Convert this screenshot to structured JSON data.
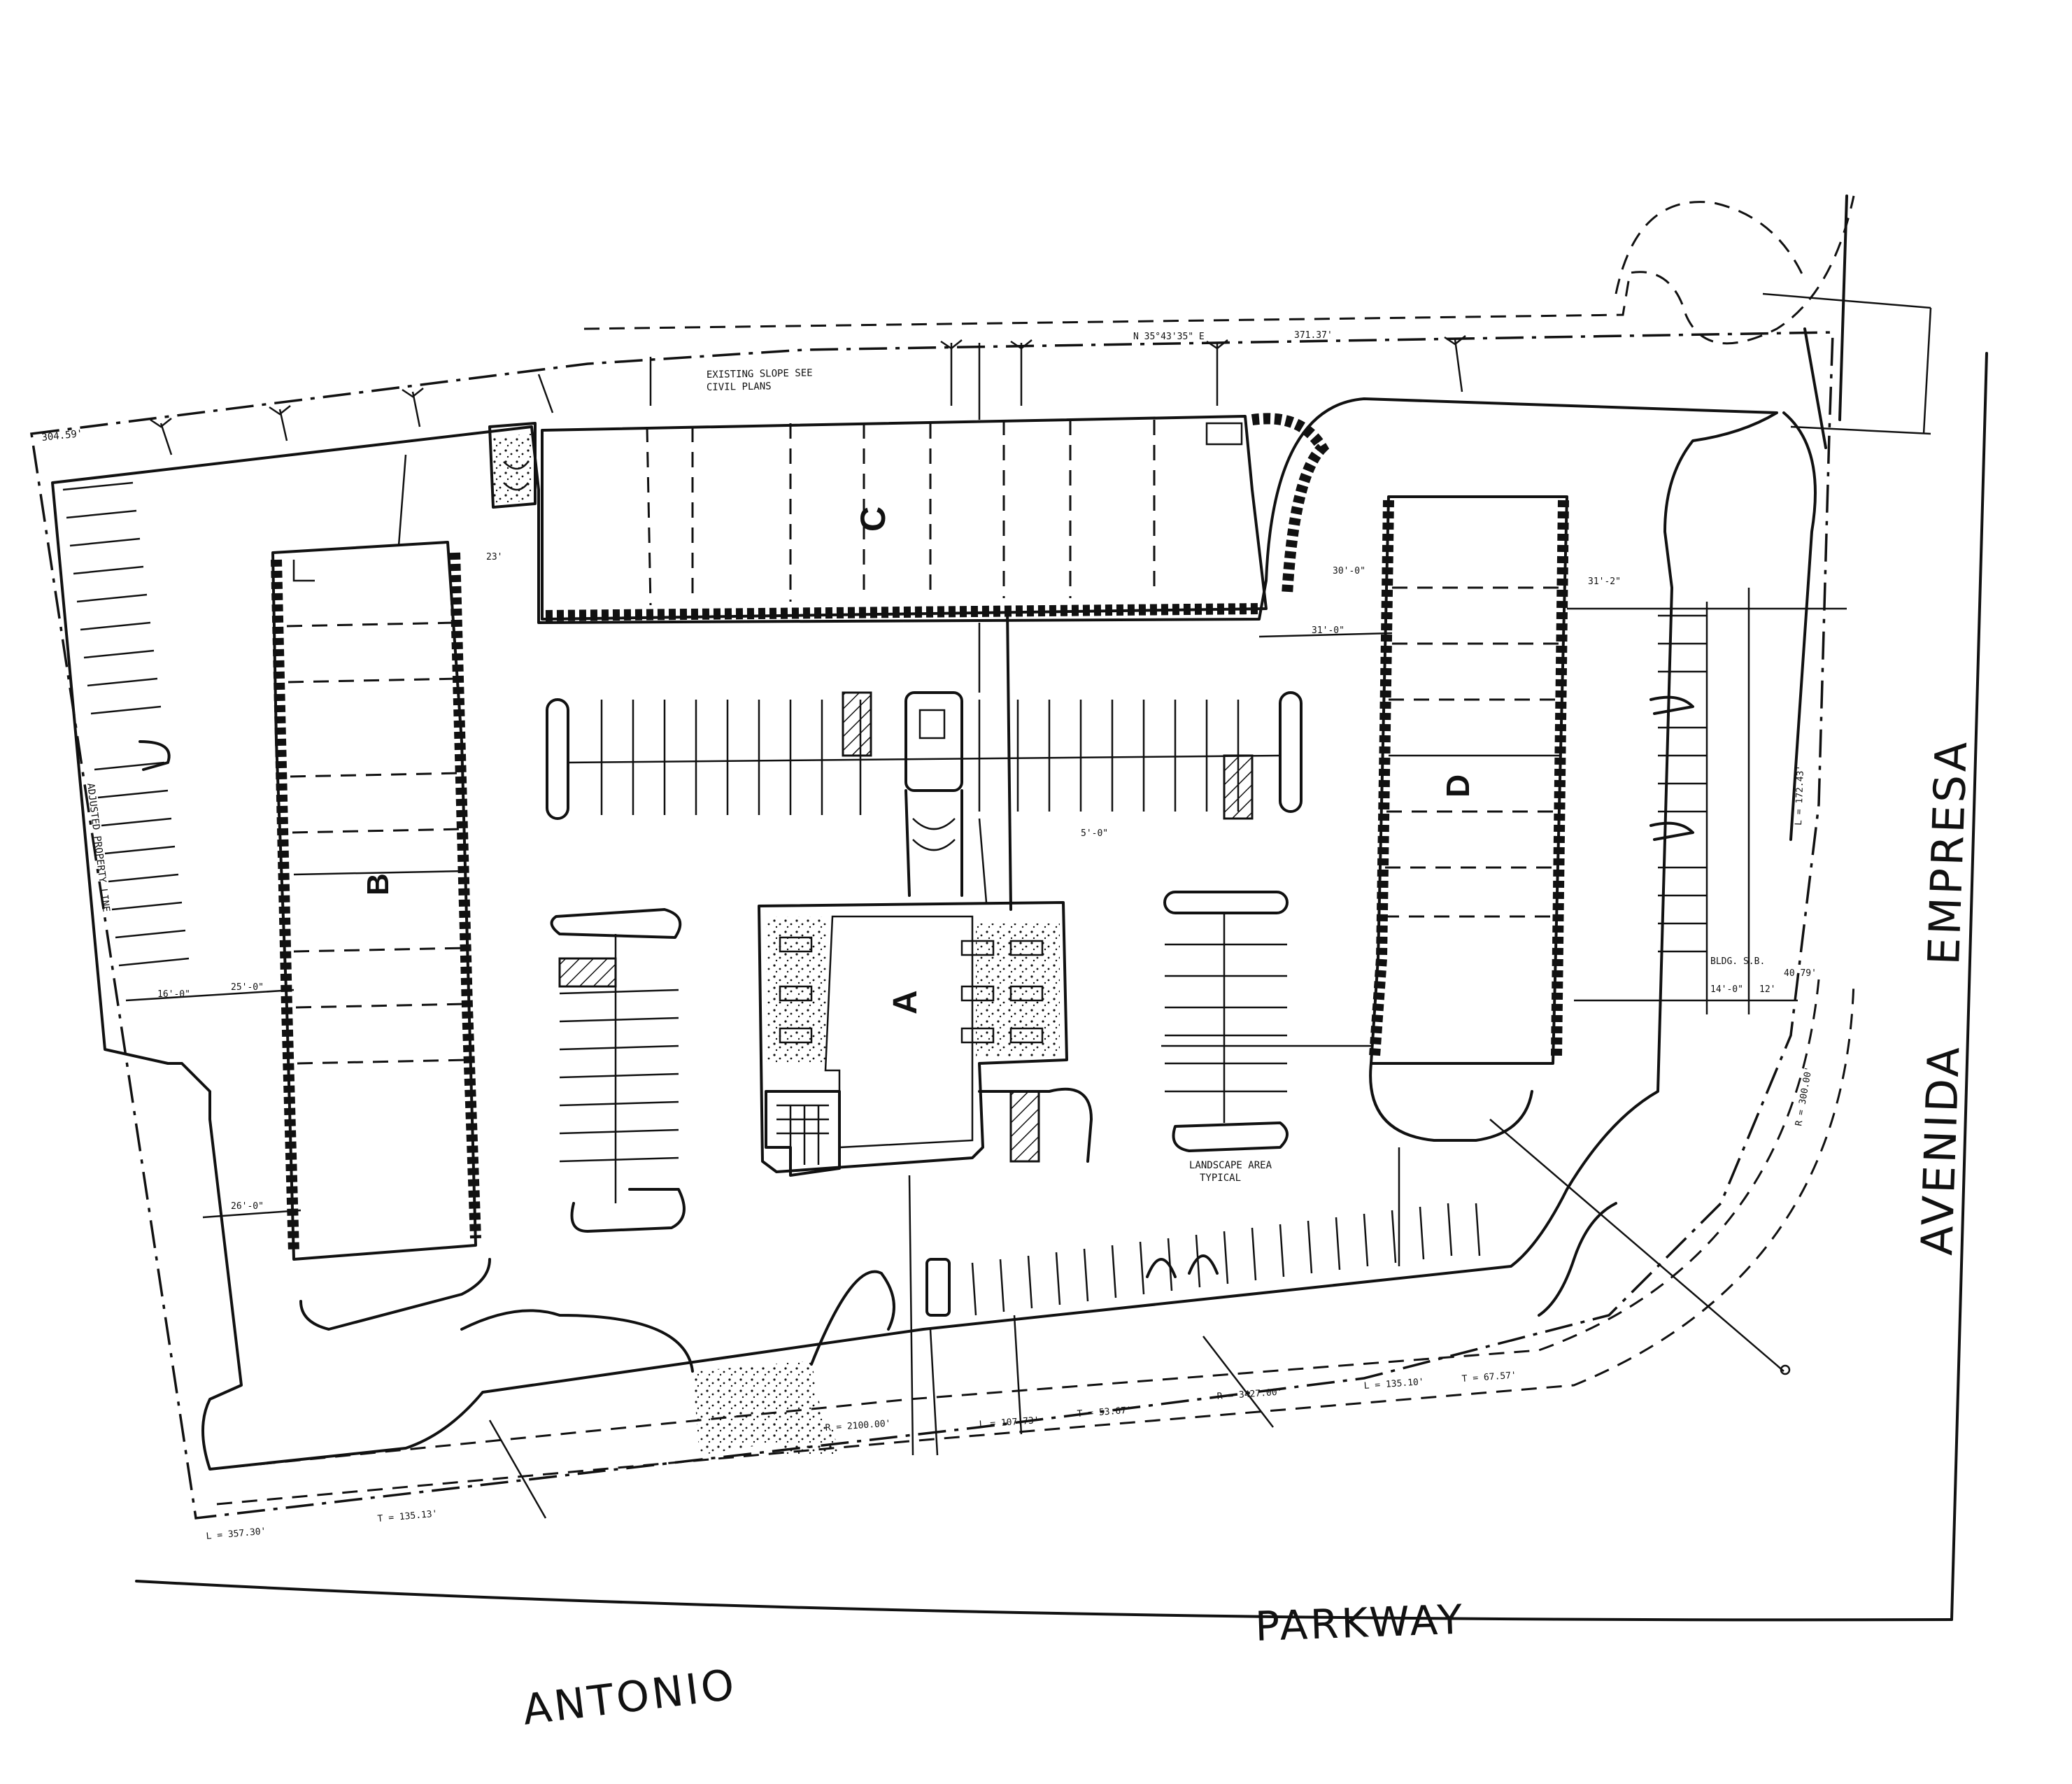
{
  "buildings": {
    "a": "A",
    "b": "B",
    "c": "C",
    "d": "D"
  },
  "streets": {
    "antonio": "ANTONIO",
    "parkway": "PARKWAY",
    "avenida": "AVENIDA",
    "empresa": "EMPRESA"
  },
  "notes": {
    "existing_slope": "EXISTING SLOPE SEE",
    "civil_plans": "CIVIL PLANS",
    "landscape": "LANDSCAPE AREA",
    "typical": "TYPICAL",
    "property_line": "ADJUSTED PROPERTY LINE",
    "bldg_sb": "BLDG. S.B."
  },
  "dimensions": {
    "d_30459": "304.59'",
    "d_bearing": "N 35°43'35\" E",
    "d_37137": "371.37'",
    "d_23": "23'",
    "d_25_0": "25'-0\"",
    "d_16_0": "16'-0\"",
    "d_26_0": "26'-0\"",
    "d_30_0": "30'-0\"",
    "d_31_0": "31'-0\"",
    "d_31_2": "31'-2\"",
    "d_14_0": "14'-0\"",
    "d_12": "12'",
    "d_40_79": "40.79'",
    "d_5_0": "5'-0\"",
    "d_r2100": "R = 2100.00'",
    "d_r3427": "R = 3427.00'",
    "d_l135": "L = 135.10'",
    "d_t67": "T = 67.57'",
    "d_l107": "L = 107.73'",
    "d_t53": "T = 53.67'",
    "d_l357": "L = 357.30'",
    "d_t135": "T = 135.13'",
    "d_l172": "L = 172.43'",
    "d_r300": "R = 300.00'"
  }
}
